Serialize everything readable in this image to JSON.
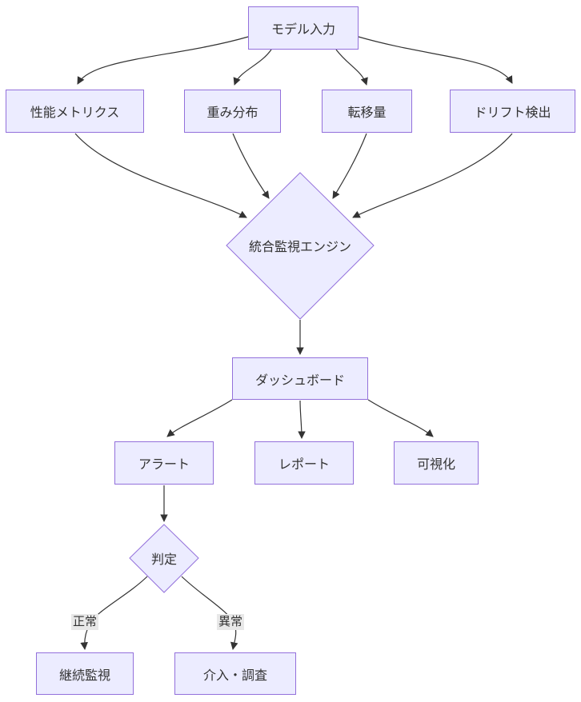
{
  "diagram": {
    "type": "flowchart",
    "direction": "top-to-bottom",
    "nodes": {
      "model_input": {
        "label": "モデル入力",
        "shape": "rect"
      },
      "perf_metrics": {
        "label": "性能メトリクス",
        "shape": "rect"
      },
      "weight_dist": {
        "label": "重み分布",
        "shape": "rect"
      },
      "transfer_amount": {
        "label": "転移量",
        "shape": "rect"
      },
      "drift_detection": {
        "label": "ドリフト検出",
        "shape": "rect"
      },
      "monitor_engine": {
        "label": "統合監視エンジン",
        "shape": "diamond"
      },
      "dashboard": {
        "label": "ダッシュボード",
        "shape": "rect"
      },
      "alert": {
        "label": "アラート",
        "shape": "rect"
      },
      "report": {
        "label": "レポート",
        "shape": "rect"
      },
      "visualization": {
        "label": "可視化",
        "shape": "rect"
      },
      "decision": {
        "label": "判定",
        "shape": "diamond"
      },
      "continue_monitor": {
        "label": "継続監視",
        "shape": "rect"
      },
      "intervention": {
        "label": "介入・調査",
        "shape": "rect"
      }
    },
    "edge_labels": {
      "normal": "正常",
      "abnormal": "異常"
    },
    "edges": [
      {
        "from": "model_input",
        "to": "perf_metrics"
      },
      {
        "from": "model_input",
        "to": "weight_dist"
      },
      {
        "from": "model_input",
        "to": "transfer_amount"
      },
      {
        "from": "model_input",
        "to": "drift_detection"
      },
      {
        "from": "perf_metrics",
        "to": "monitor_engine"
      },
      {
        "from": "weight_dist",
        "to": "monitor_engine"
      },
      {
        "from": "transfer_amount",
        "to": "monitor_engine"
      },
      {
        "from": "drift_detection",
        "to": "monitor_engine"
      },
      {
        "from": "monitor_engine",
        "to": "dashboard"
      },
      {
        "from": "dashboard",
        "to": "alert"
      },
      {
        "from": "dashboard",
        "to": "report"
      },
      {
        "from": "dashboard",
        "to": "visualization"
      },
      {
        "from": "alert",
        "to": "decision"
      },
      {
        "from": "decision",
        "to": "continue_monitor",
        "label": "正常"
      },
      {
        "from": "decision",
        "to": "intervention",
        "label": "異常"
      }
    ],
    "colors": {
      "node_fill": "#ECECFF",
      "node_border": "#9370DB",
      "edge": "#333333",
      "edge_label_bg": "#e8e8e8",
      "text": "#333333",
      "background": "#ffffff"
    }
  }
}
